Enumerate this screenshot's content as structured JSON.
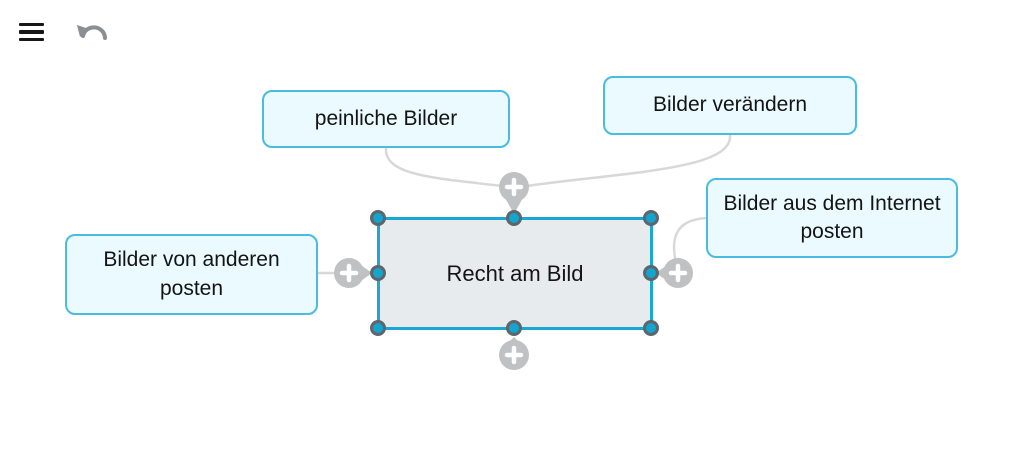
{
  "toolbar": {
    "menu_button": {
      "icon": "hamburger-menu-icon"
    },
    "undo_button": {
      "icon": "undo-arrow-icon"
    }
  },
  "colors": {
    "background": "#ffffff",
    "box_border": "#49bcdf",
    "box_fill": "#eafaff",
    "node_border": "#19a8d2",
    "node_fill": "#e7ebee",
    "handle_fill": "#14a4cd",
    "handle_ring": "#5c666c",
    "connector_line": "#d8d8d8",
    "add_button_bg": "#bfc1c2",
    "add_button_glyph": "#ffffff",
    "menu_icon_color": "#171717",
    "undo_icon_color": "#8a8f93",
    "text_color": "#141414"
  },
  "mindmap": {
    "central_node": {
      "label": "Recht am Bild",
      "selected": true
    },
    "child_nodes": [
      {
        "label": "peinliche Bilder",
        "position": "top-left"
      },
      {
        "label": "Bilder verändern",
        "position": "top-right"
      },
      {
        "label": "Bilder von anderen posten",
        "position": "left"
      },
      {
        "label": "Bilder aus dem Internet posten",
        "position": "right"
      }
    ],
    "add_buttons": [
      {
        "side": "top",
        "icon": "plus-icon"
      },
      {
        "side": "left",
        "icon": "plus-icon"
      },
      {
        "side": "right",
        "icon": "plus-icon"
      },
      {
        "side": "bottom",
        "icon": "plus-icon"
      }
    ],
    "selection_handles": [
      "top-left",
      "top-center",
      "top-right",
      "middle-left",
      "middle-right",
      "bottom-left",
      "bottom-center",
      "bottom-right"
    ]
  }
}
